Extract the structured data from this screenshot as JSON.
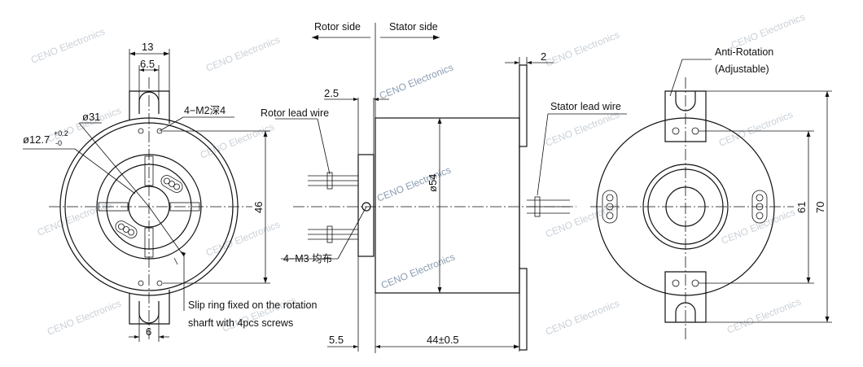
{
  "watermark": "CENO Electronics",
  "labels": {
    "rotor_side": "Rotor side",
    "stator_side": "Stator side",
    "rotor_lead_wire": "Rotor lead wire",
    "stator_lead_wire": "Stator lead wire",
    "anti_rotation_1": "Anti-Rotation",
    "anti_rotation_2": "(Adjustable)",
    "slip_ring_note_1": "Slip ring fixed on the rotation",
    "slip_ring_note_2": "sharft with 4pcs screws",
    "m2": "4−M2深4",
    "m3": "4−M3  均布"
  },
  "dims": {
    "w13": "13",
    "w6_5": "6.5",
    "d31": "ø31",
    "d12_7": "ø12.7",
    "tol_up": "+0.2",
    "tol_low": "-0",
    "h46": "46",
    "w6": "6",
    "t2_5": "2.5",
    "t2": "2",
    "d54": "ø54",
    "l5_5": "5.5",
    "l44": "44±0.5",
    "h61": "61",
    "h70": "70"
  }
}
